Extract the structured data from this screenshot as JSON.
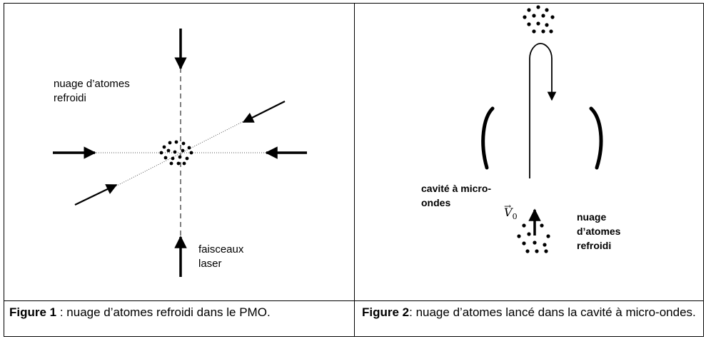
{
  "figure1": {
    "label_cloud": "nuage d’atomes\nrefroidi",
    "label_cloud_lines": [
      "nuage d’atomes",
      "refroidi"
    ],
    "label_laser_lines": [
      "faisceaux",
      "laser"
    ],
    "caption_bold": "Figure 1",
    "caption_rest": " : nuage d’atomes refroidi dans le PMO."
  },
  "figure2": {
    "label_cavity_lines": [
      "cavité à micro-",
      "ondes"
    ],
    "label_cloud_lines": [
      "nuage",
      "d’atomes",
      "refroidi"
    ],
    "velocity_symbol": "V",
    "velocity_subscript": "0",
    "caption_bold": "Figure 2",
    "caption_rest": ": nuage d’atomes lancé dans la cavité à micro-ondes."
  }
}
